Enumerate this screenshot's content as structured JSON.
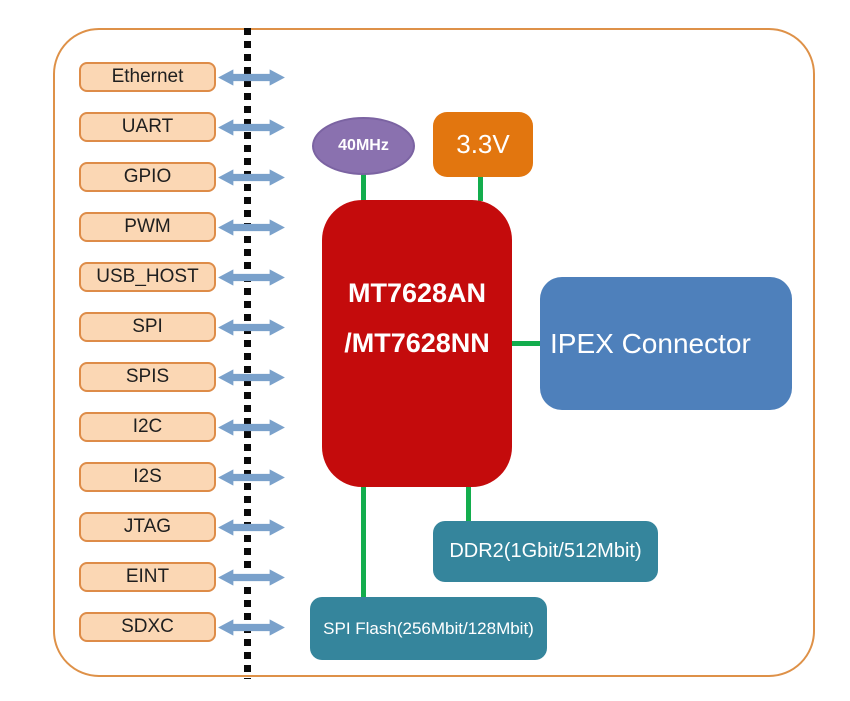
{
  "peripherals": [
    "Ethernet",
    "UART",
    "GPIO",
    "PWM",
    "USB_HOST",
    "SPI",
    "SPIS",
    "I2C",
    "I2S",
    "JTAG",
    "EINT",
    "SDXC"
  ],
  "clock": {
    "label": "40MHz"
  },
  "power": {
    "label": "3.3V"
  },
  "soc": {
    "name_line1": "MT7628AN",
    "name_line2": "/MT7628NN"
  },
  "antenna": {
    "label": "IPEX Connector"
  },
  "memory": {
    "ddr2_label": "DDR2(1Gbit/512Mbit)",
    "spi_flash_label": "SPI Flash(256Mbit/128Mbit)"
  },
  "colors": {
    "frame_border": "#DE9148",
    "peripheral_fill": "#FBD7B4",
    "peripheral_border": "#DE8C48",
    "arrow_blue": "#7AA1CB",
    "clock_purple": "#8A71AF",
    "power_orange": "#E2760F",
    "soc_red": "#C40B0C",
    "antenna_blue": "#4E80BB",
    "memory_teal": "#35859C",
    "connector_green": "#13AD4D",
    "dotted_line": "#0A0A0A"
  }
}
